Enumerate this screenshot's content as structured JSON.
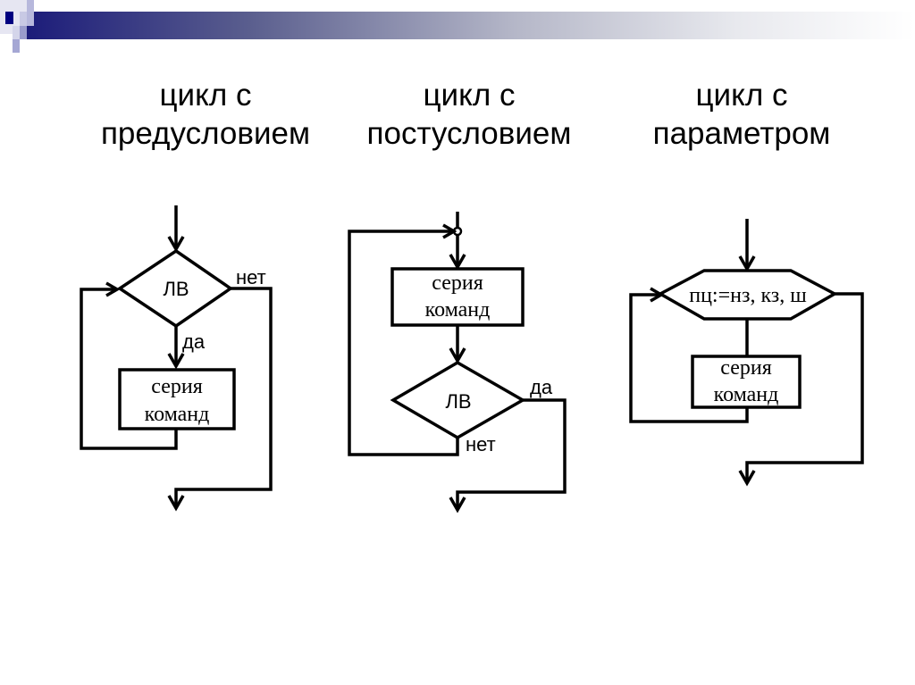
{
  "slide": {
    "accent_color": "#1c1c7a",
    "columns": [
      {
        "title_line1": "цикл с",
        "title_line2": "предусловием",
        "condition": "ЛВ",
        "yes_label": "да",
        "no_label": "нет",
        "body_line1": "серия",
        "body_line2": "команд"
      },
      {
        "title_line1": "цикл с",
        "title_line2": "постусловием",
        "condition": "ЛВ",
        "yes_label": "да",
        "no_label": "нет",
        "body_line1": "серия",
        "body_line2": "команд"
      },
      {
        "title_line1": "цикл с",
        "title_line2": "параметром",
        "header": "пц:=нз, кз, ш",
        "body_line1": "серия",
        "body_line2": "команд"
      }
    ]
  }
}
